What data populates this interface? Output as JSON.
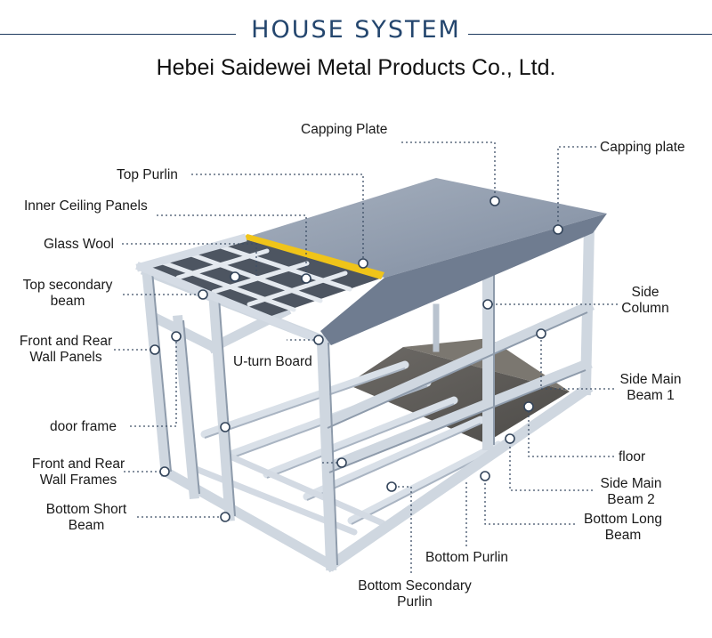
{
  "header": {
    "title": "HOUSE SYSTEM",
    "company": "Hebei Saidewei Metal Products Co., Ltd."
  },
  "labels": {
    "capping_plate_top": "Capping Plate",
    "capping_plate_right": "Capping plate",
    "top_purlin": "Top Purlin",
    "inner_ceiling_panels": "Inner Ceiling Panels",
    "glass_wool": "Glass Wool",
    "top_secondary_beam_1": "Top secondary",
    "top_secondary_beam_2": "beam",
    "front_rear_wall_panels_1": "Front and Rear",
    "front_rear_wall_panels_2": "Wall Panels",
    "u_turn_board": "U-turn Board",
    "side_column_1": "Side",
    "side_column_2": "Column",
    "side_main_beam1_1": "Side Main",
    "side_main_beam1_2": "Beam 1",
    "door_frame": "door frame",
    "floor": "floor",
    "front_rear_wall_frames_1": "Front and Rear",
    "front_rear_wall_frames_2": "Wall Frames",
    "side_main_beam2_1": "Side Main",
    "side_main_beam2_2": "Beam 2",
    "bottom_short_beam_1": "Bottom Short",
    "bottom_short_beam_2": "Beam",
    "bottom_long_beam_1": "Bottom Long",
    "bottom_long_beam_2": "Beam",
    "bottom_purlin": "Bottom Purlin",
    "bottom_secondary_purlin_1": "Bottom Secondary",
    "bottom_secondary_purlin_2": "Purlin"
  },
  "colors": {
    "title": "#24466e",
    "frame": "#c9d2dc",
    "frame_edge": "#8e9bab",
    "roof": "#8c98aa",
    "floor": "#5d5a56",
    "insulation": "#f0c419",
    "leader": "#3d4f66"
  }
}
